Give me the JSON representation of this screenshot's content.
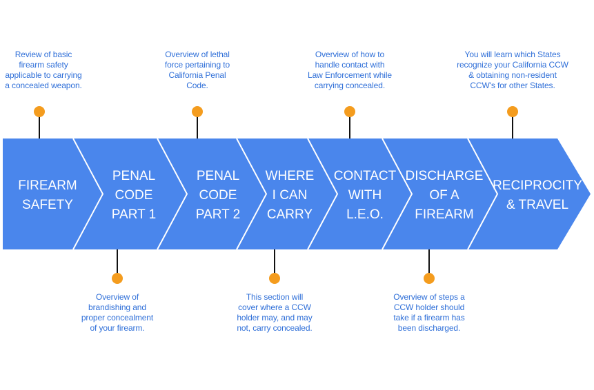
{
  "colors": {
    "arrow_fill": "#4a86ec",
    "arrow_divider": "#ffffff",
    "dot": "#f49c1e",
    "stem": "#111111",
    "description_text": "#2f6fd8",
    "label_text": "#ffffff"
  },
  "steps": [
    {
      "label_lines": [
        "FIREARM",
        "SAFETY"
      ],
      "description_lines": [
        "Review of basic",
        "firearm safety",
        "applicable to carrying",
        "a concealed weapon."
      ],
      "description_position": "above"
    },
    {
      "label_lines": [
        "PENAL",
        "CODE",
        "PART 1"
      ],
      "description_lines": [
        "Overview of",
        "brandishing and",
        "proper concealment",
        "of your firearm."
      ],
      "description_position": "below"
    },
    {
      "label_lines": [
        "PENAL",
        "CODE",
        "PART 2"
      ],
      "description_lines": [
        "Overview of lethal",
        "force pertaining to",
        "California Penal",
        "Code."
      ],
      "description_position": "above"
    },
    {
      "label_lines": [
        "WHERE",
        "I CAN",
        "CARRY"
      ],
      "description_lines": [
        "This section will",
        "cover where a CCW",
        "holder may, and may",
        "not, carry concealed."
      ],
      "description_position": "below"
    },
    {
      "label_lines": [
        "CONTACT",
        "WITH",
        "L.E.O."
      ],
      "description_lines": [
        "Overview of how to",
        "handle contact with",
        "Law Enforcement while",
        "carrying concealed."
      ],
      "description_position": "above"
    },
    {
      "label_lines": [
        "DISCHARGE",
        "OF A",
        "FIREARM"
      ],
      "description_lines": [
        "Overview of steps a",
        "CCW holder should",
        "take if a firearm has",
        "been discharged."
      ],
      "description_position": "below"
    },
    {
      "label_lines": [
        "RECIPROCITY",
        "& TRAVEL"
      ],
      "description_lines": [
        "You will learn which States",
        "recognize your California CCW",
        "& obtaining non-resident",
        "CCW's for other States."
      ],
      "description_position": "above"
    }
  ]
}
